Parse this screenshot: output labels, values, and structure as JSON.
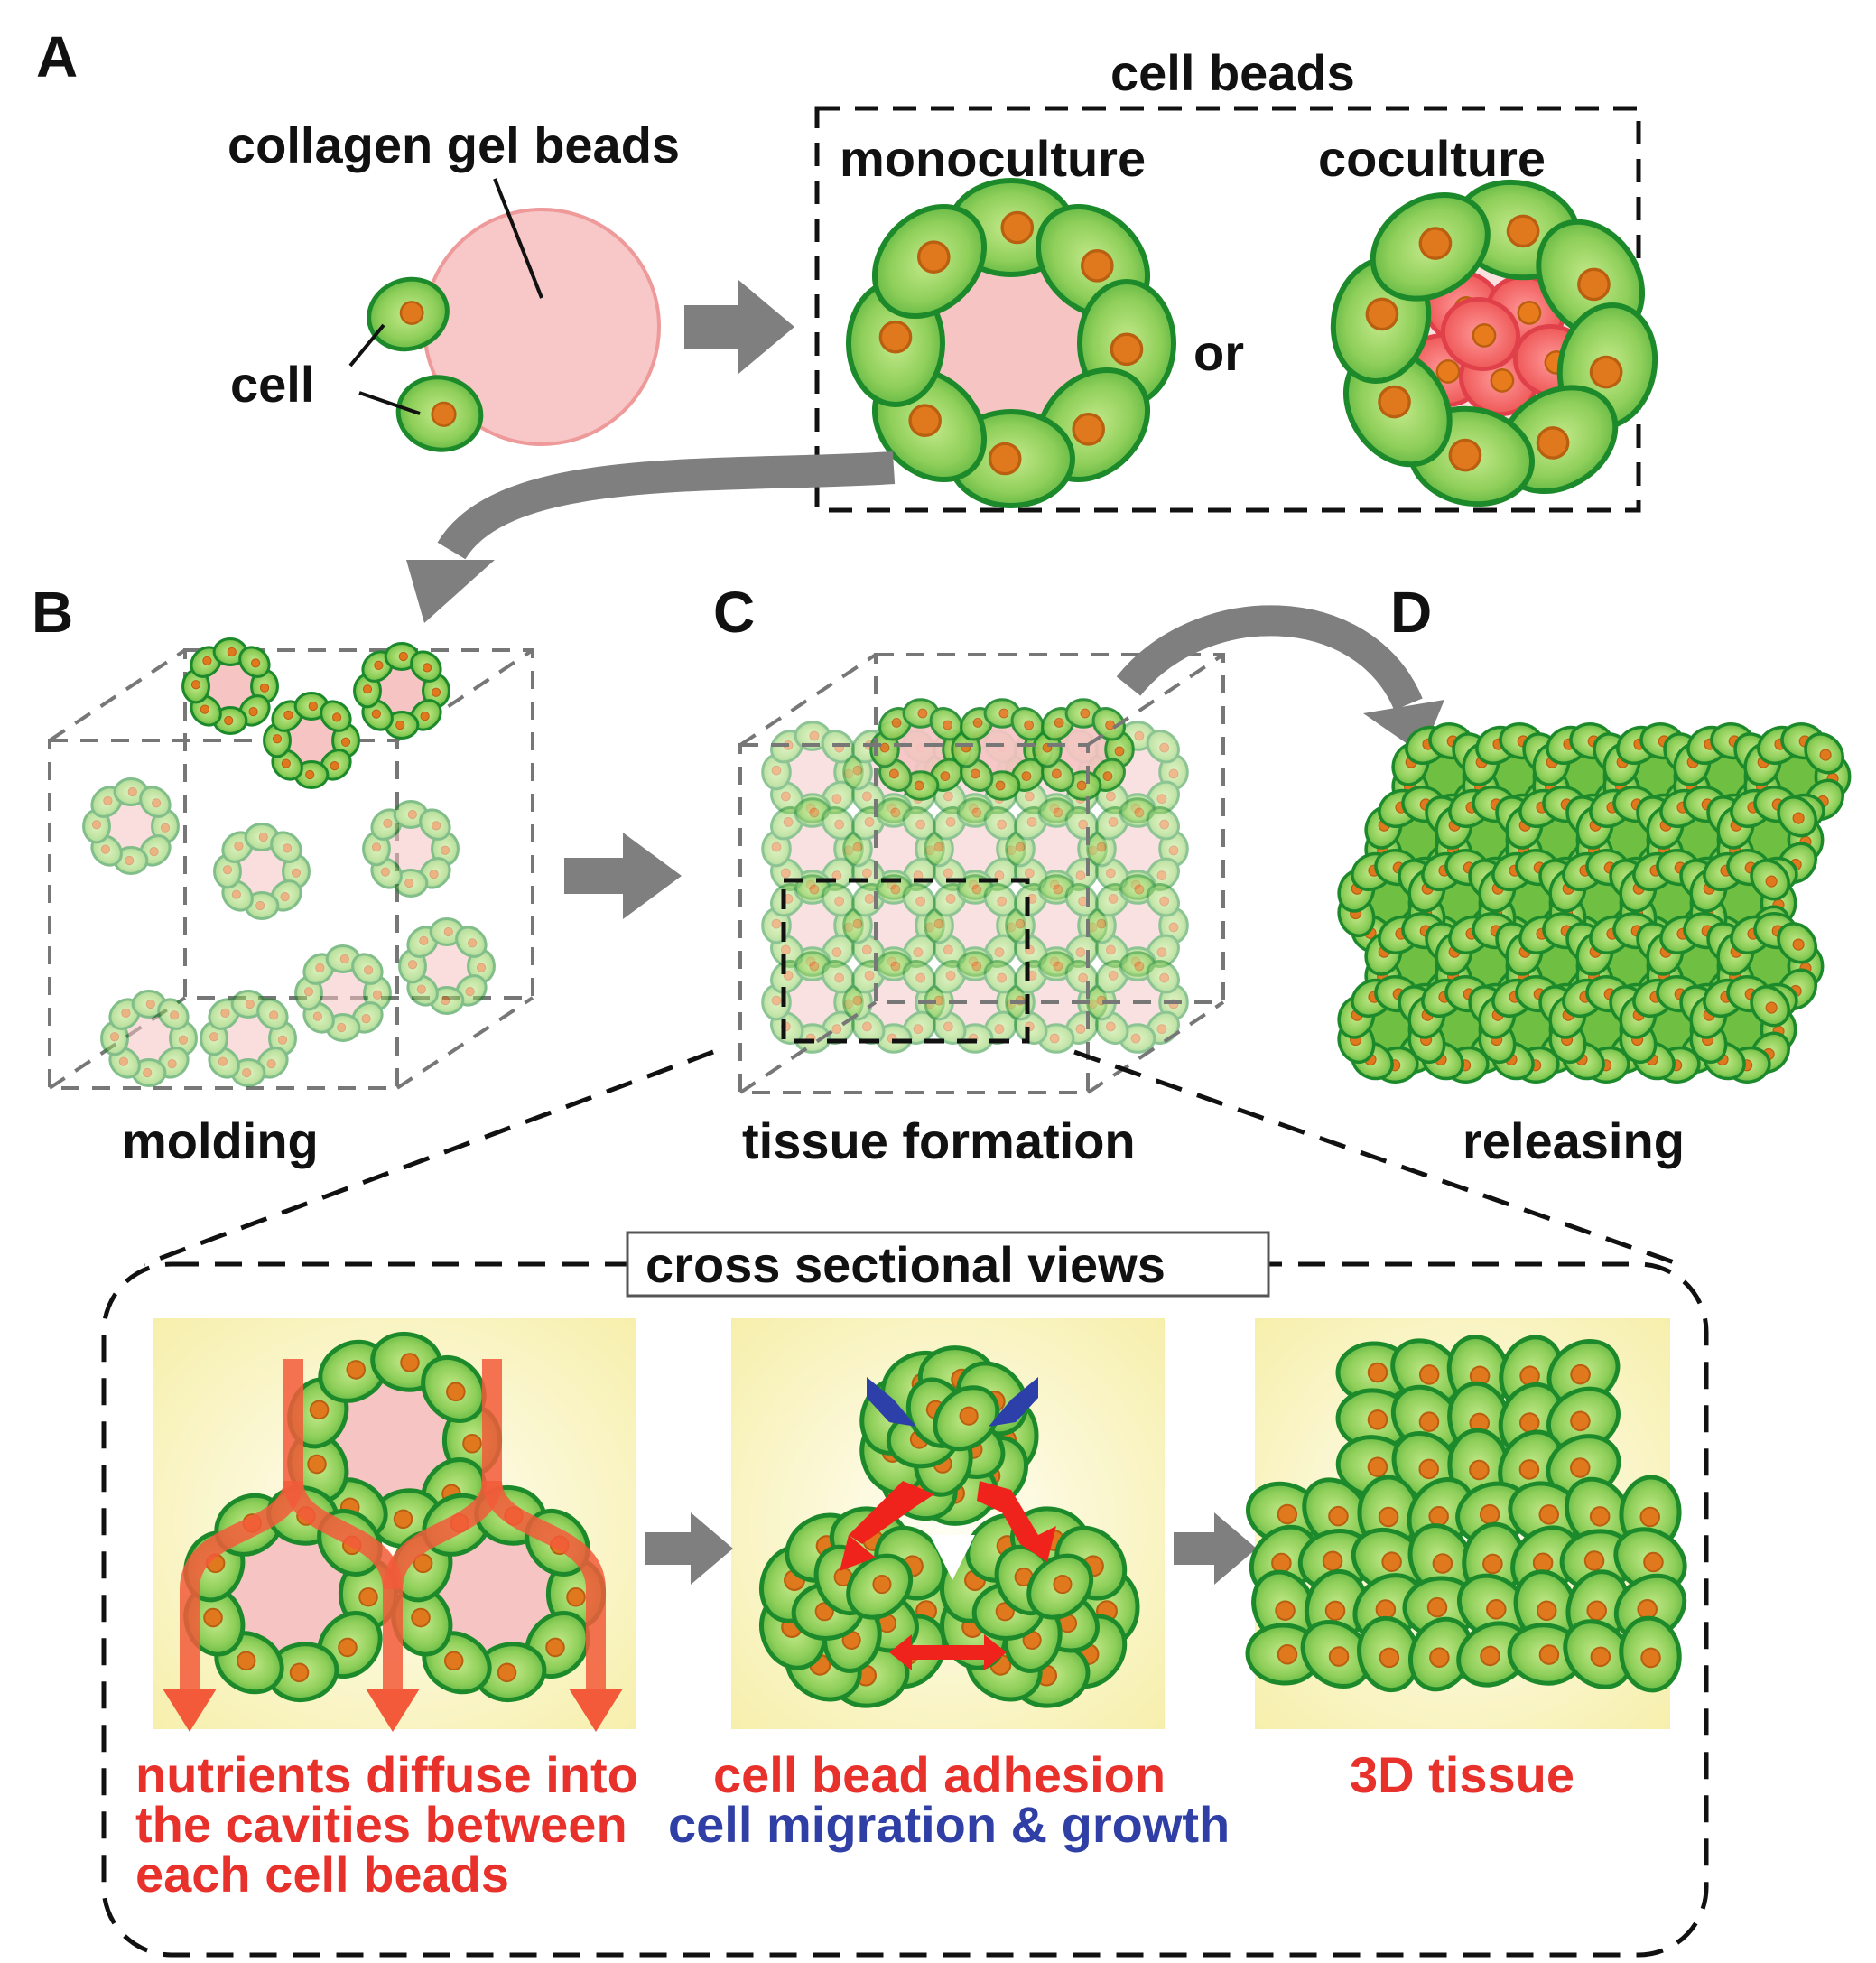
{
  "panels": {
    "A": "A",
    "B": "B",
    "C": "C",
    "D": "D"
  },
  "labels": {
    "collagen_gel_beads": "collagen gel beads",
    "cell": "cell",
    "cell_beads": "cell beads",
    "monoculture": "monoculture",
    "coculture": "coculture",
    "or": "or",
    "molding": "molding",
    "tissue_formation": "tissue formation",
    "releasing": "releasing",
    "cross_sectional_views": "cross sectional views"
  },
  "captions": {
    "nutrients": [
      "nutrients diffuse into",
      "the cavities between",
      "each cell beads"
    ],
    "adhesion": "cell bead adhesion",
    "migration": "cell migration & growth",
    "tissue": "3D tissue"
  },
  "colors": {
    "cell_fill": "#8fcf5a",
    "cell_stroke": "#1c8a2a",
    "nucleus": "#e0781e",
    "collagen": "#f7c4c4",
    "coculture_cell": "#f06a6a",
    "arrow_gray": "#7f7f7f",
    "nutrient_arrow": "#f25a3a",
    "migration_arrow": "#2d3fa8",
    "panel_bg": "#fbf6c8",
    "red_text": "#e8312b",
    "blue_text": "#2f3fa6"
  }
}
